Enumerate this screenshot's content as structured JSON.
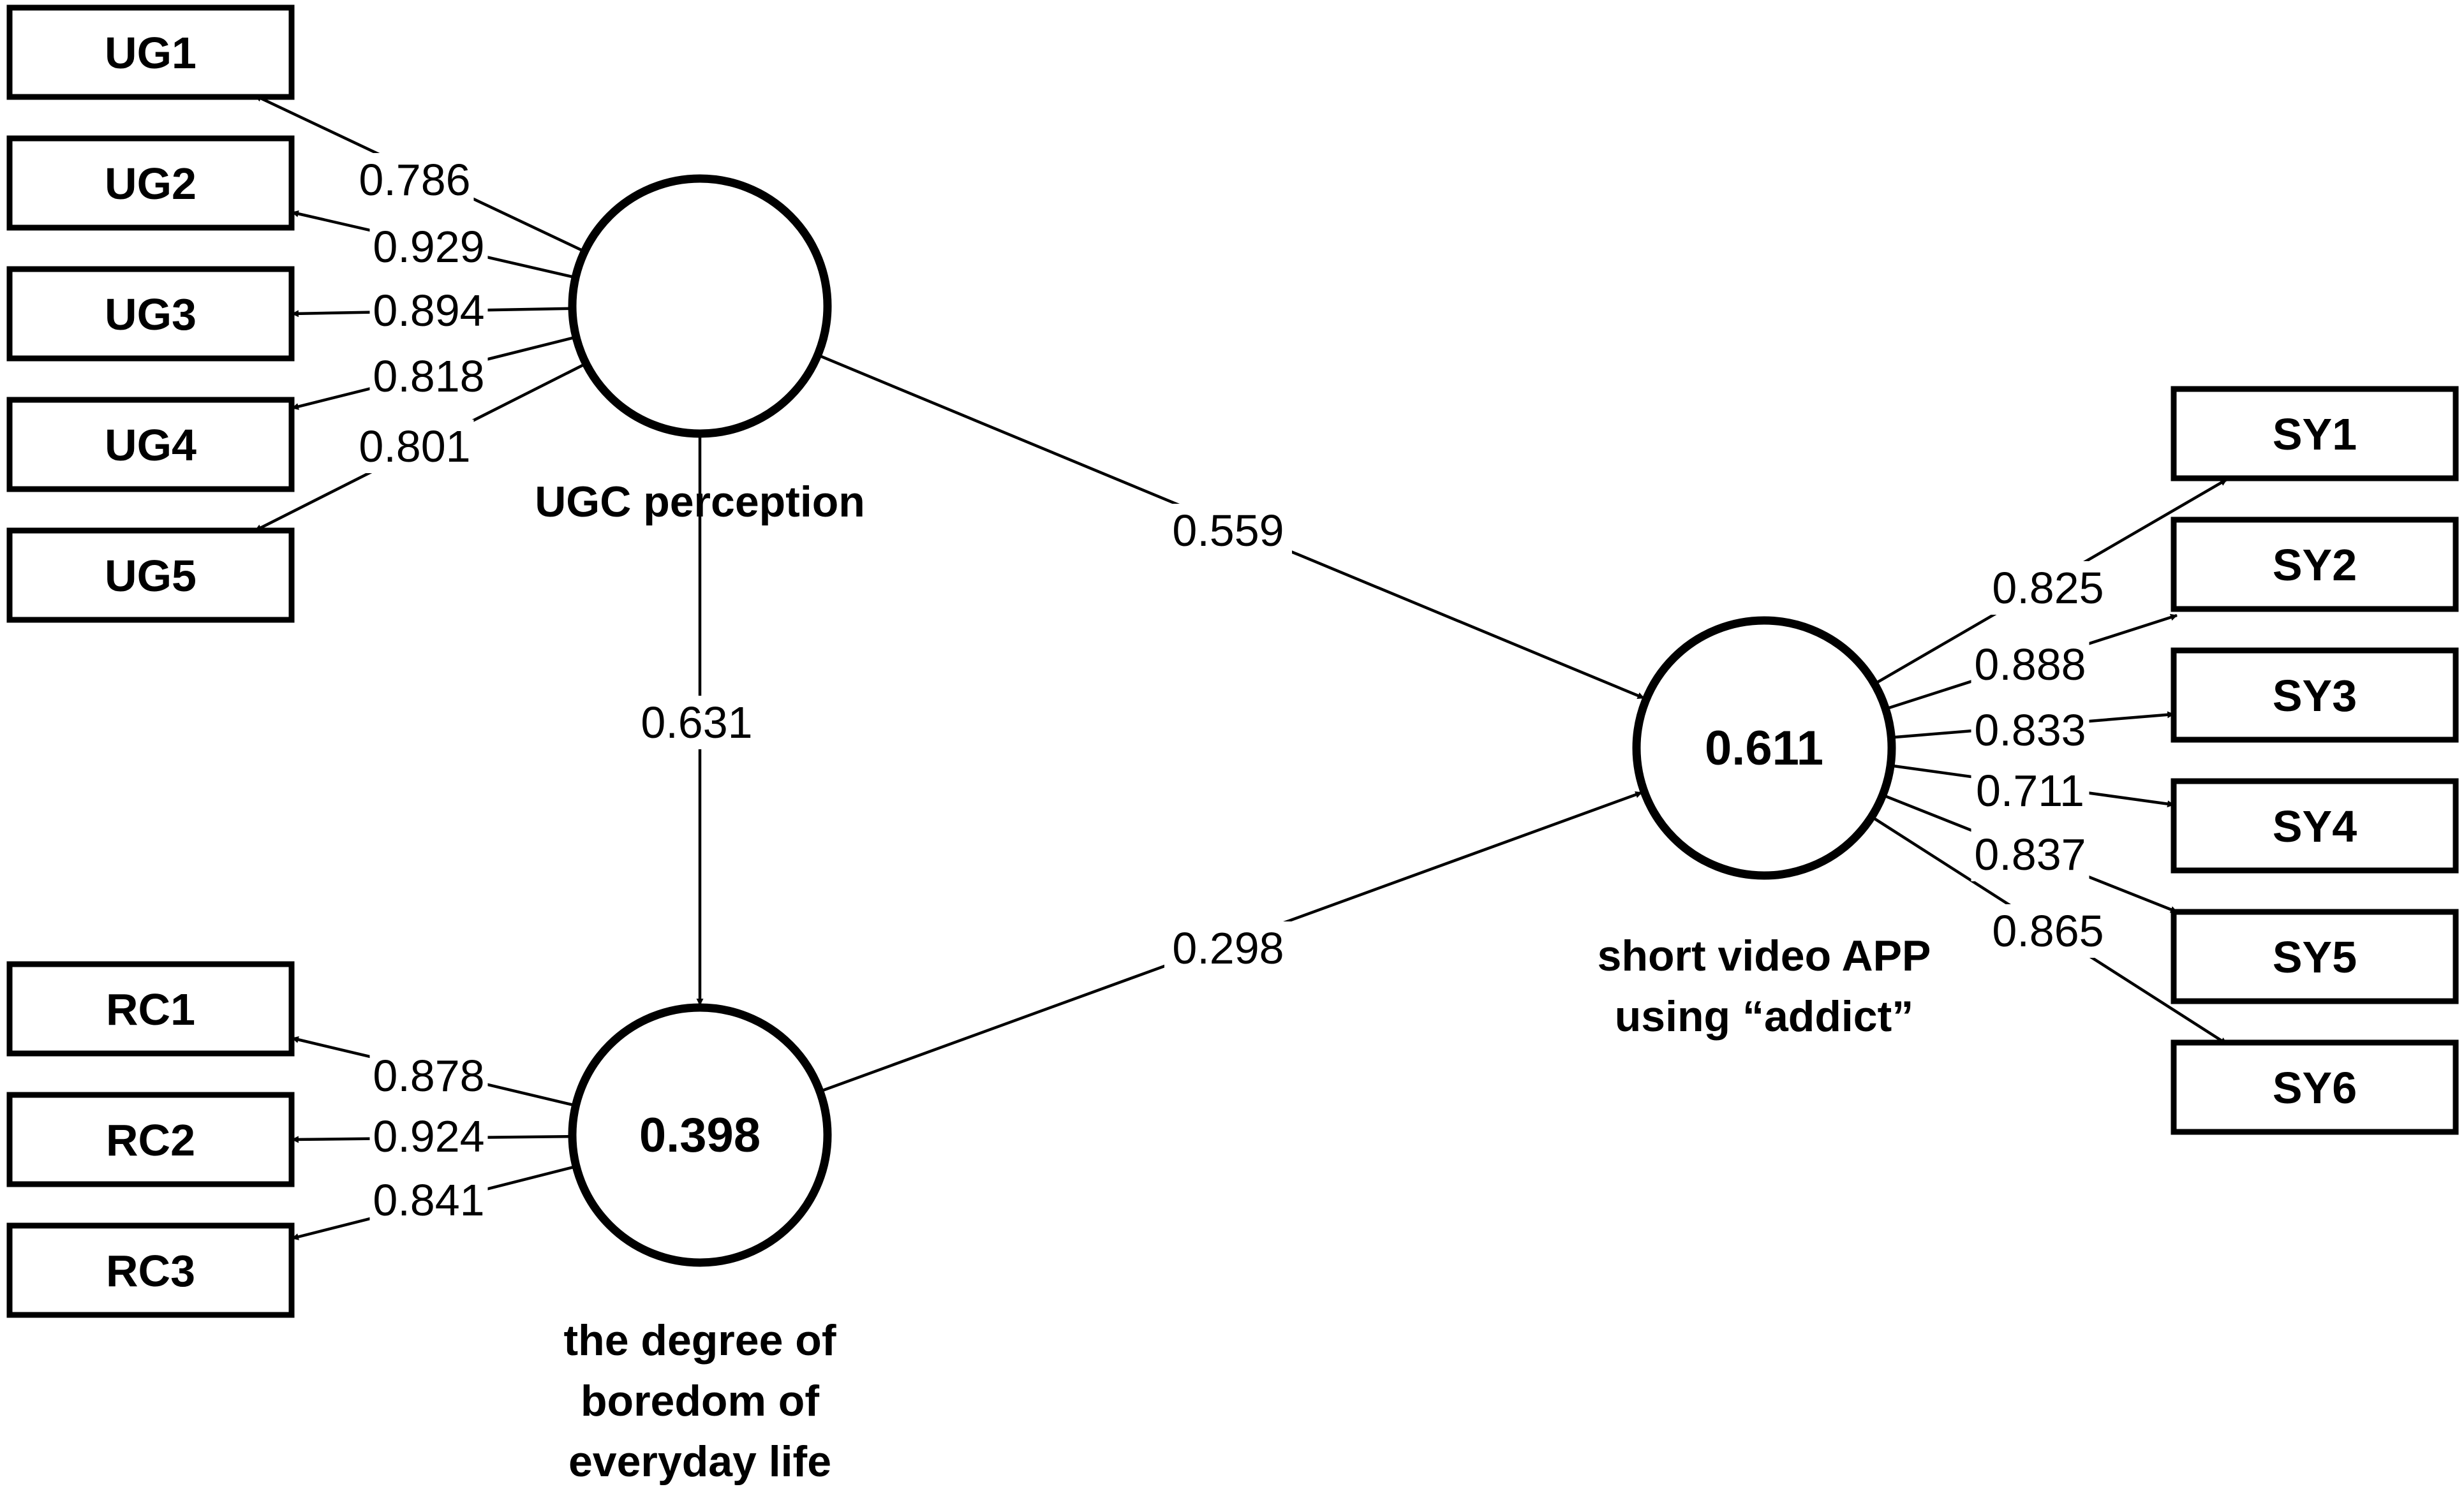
{
  "latents": {
    "ugc": {
      "name_lines": [
        "UGC perception"
      ],
      "r2": ""
    },
    "boredom": {
      "name_lines": [
        "the degree of",
        "boredom of",
        "everyday life"
      ],
      "r2": "0.398"
    },
    "addict": {
      "name_lines": [
        "short video APP",
        "using “addict”"
      ],
      "r2": "0.611"
    }
  },
  "indicators": {
    "ugc": [
      {
        "label": "UG1",
        "loading": "0.786"
      },
      {
        "label": "UG2",
        "loading": "0.929"
      },
      {
        "label": "UG3",
        "loading": "0.894"
      },
      {
        "label": "UG4",
        "loading": "0.818"
      },
      {
        "label": "UG5",
        "loading": "0.801"
      }
    ],
    "boredom": [
      {
        "label": "RC1",
        "loading": "0.878"
      },
      {
        "label": "RC2",
        "loading": "0.924"
      },
      {
        "label": "RC3",
        "loading": "0.841"
      }
    ],
    "addict": [
      {
        "label": "SY1",
        "loading": "0.825"
      },
      {
        "label": "SY2",
        "loading": "0.888"
      },
      {
        "label": "SY3",
        "loading": "0.833"
      },
      {
        "label": "SY4",
        "loading": "0.711"
      },
      {
        "label": "SY5",
        "loading": "0.837"
      },
      {
        "label": "SY6",
        "loading": "0.865"
      }
    ]
  },
  "paths": {
    "ugc_to_addict": "0.559",
    "ugc_to_boredom": "0.631",
    "boredom_to_addict": "0.298"
  }
}
